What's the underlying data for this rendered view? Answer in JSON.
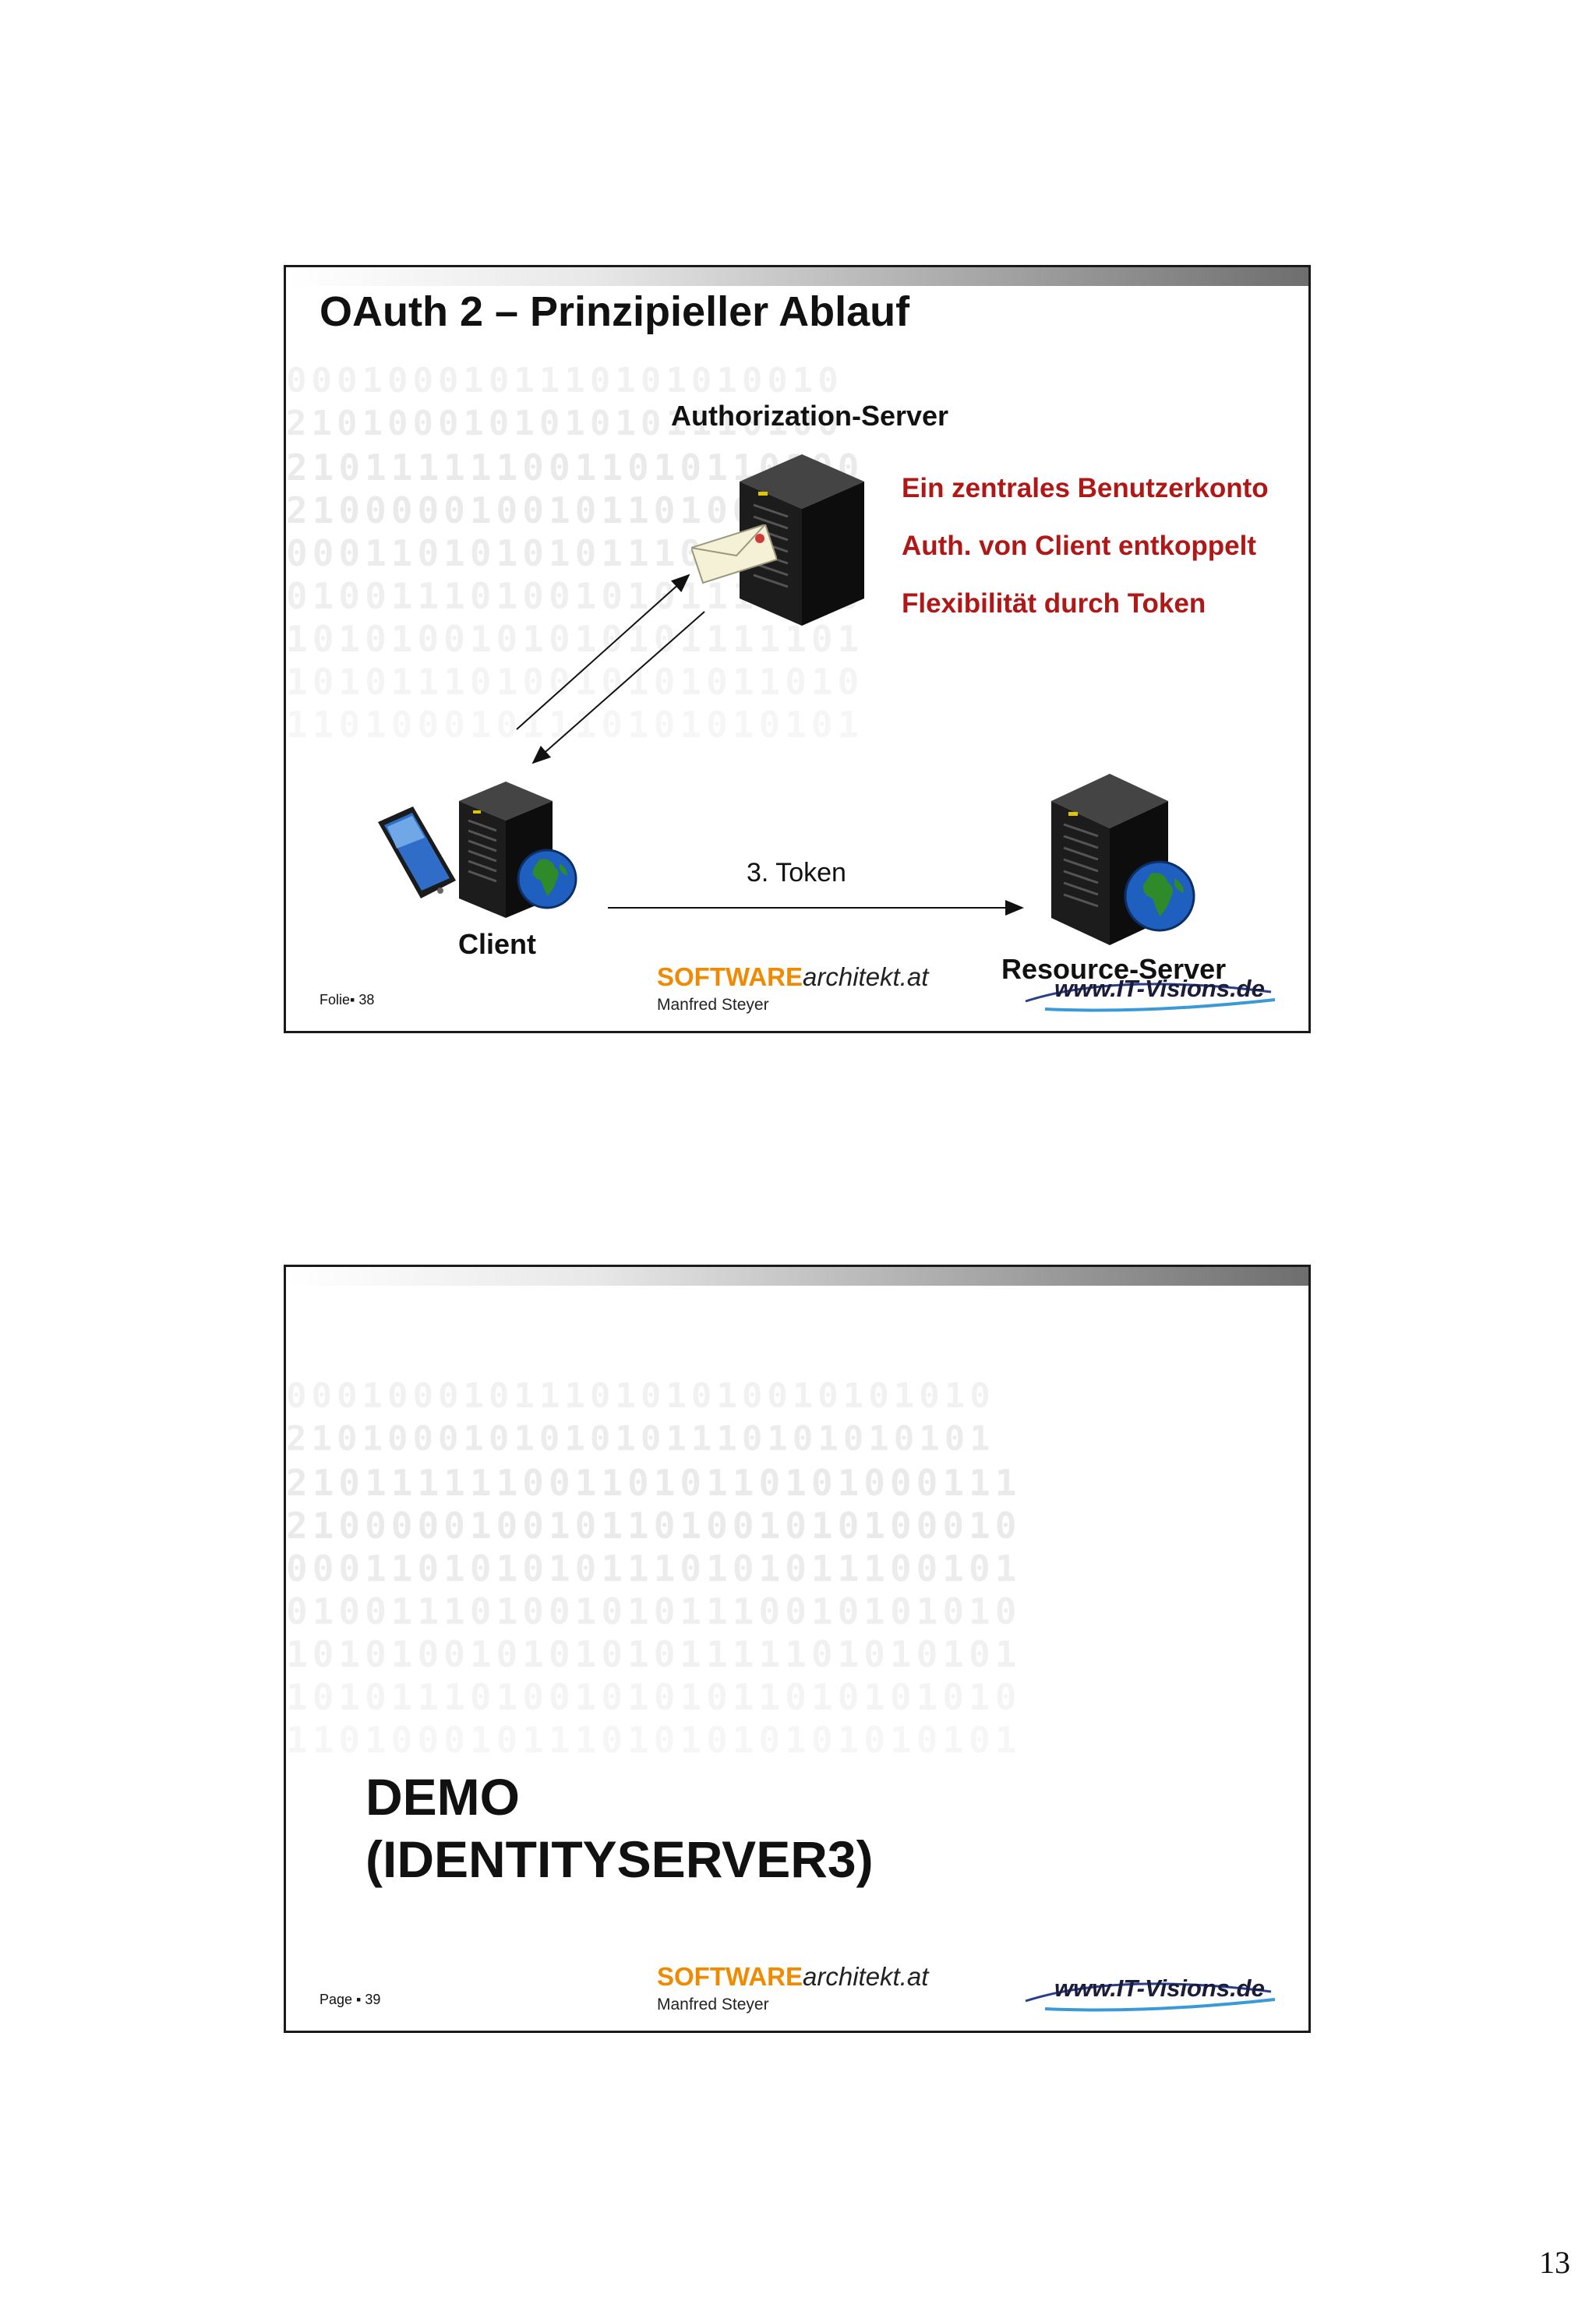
{
  "slide1": {
    "title": "OAuth 2 – Prinzipieller Ablauf",
    "auth_server_label": "Authorization-Server",
    "bullets": [
      "Ein zentrales Benutzerkonto",
      "Auth. von Client entkoppelt",
      "Flexibilität durch Token"
    ],
    "token_label": "3. Token",
    "client_label": "Client",
    "resource_server_label": "Resource-Server",
    "footer_number": "Folie▪ 38",
    "brand_software": "SOFTWARE",
    "brand_architekt": "architekt.at",
    "author": "Manfred Steyer",
    "it_visions": "www.IT-Visions.de"
  },
  "slide2": {
    "title_line1": "DEMO",
    "title_line2": "(IDENTITYSERVER3)",
    "footer_number": "Page ▪ 39",
    "brand_software": "SOFTWARE",
    "brand_architekt": "architekt.at",
    "author": "Manfred Steyer",
    "it_visions": "www.IT-Visions.de"
  },
  "page_number": "13",
  "colors": {
    "bullet_red": "#b01717",
    "brand_orange": "#f08a00",
    "border": "#1a1a1a"
  },
  "icons": [
    "server-rack-icon",
    "envelope-icon",
    "smartphone-icon",
    "globe-icon"
  ]
}
